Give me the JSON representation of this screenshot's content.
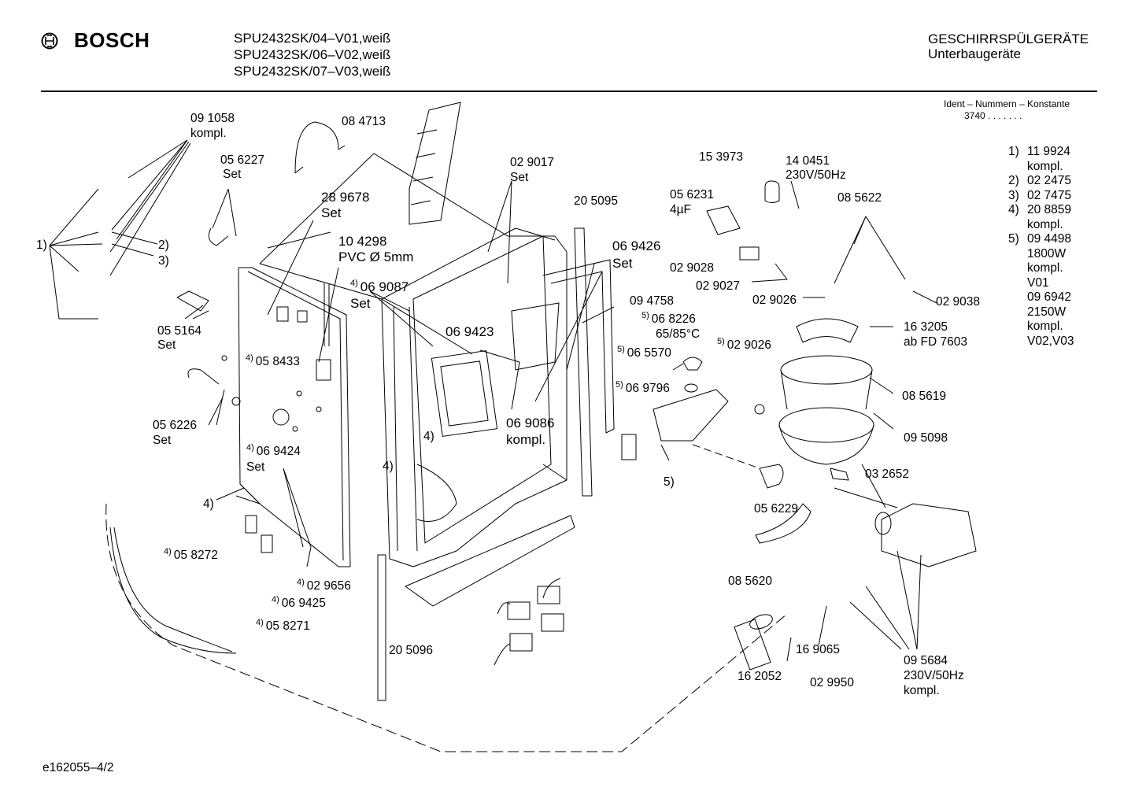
{
  "header": {
    "brand": "BOSCH",
    "models": [
      "SPU2432SK/04–V01,weiß",
      "SPU2432SK/06–V02,weiß",
      "SPU2432SK/07–V03,weiß"
    ],
    "category": "GESCHIRRSPÜLGERÄTE",
    "subcategory": "Unterbaugeräte",
    "ident_title": "Ident – Nummern – Konstante",
    "ident_value": "3740 .  .  .   .  .  .  ."
  },
  "constants": [
    {
      "num": "1)",
      "lines": [
        "11 9924",
        "kompl."
      ]
    },
    {
      "num": "2)",
      "lines": [
        "02 2475"
      ]
    },
    {
      "num": "3)",
      "lines": [
        "02 7475"
      ]
    },
    {
      "num": "4)",
      "lines": [
        "20 8859",
        "kompl."
      ]
    },
    {
      "num": "5)",
      "lines": [
        "09 4498",
        "1800W",
        "kompl.",
        "V01",
        "09 6942",
        "2150W",
        "kompl.",
        "V02,V03"
      ]
    }
  ],
  "labels": {
    "l091058": "09 1058",
    "l091058b": "kompl.",
    "l084713": "08 4713",
    "l056227": "05 6227",
    "l056227b": "Set",
    "l289678": "28 9678",
    "l289678b": "Set",
    "l104298": "10 4298",
    "l104298b": "PVC Ø 5mm",
    "l069087": "06 9087",
    "l069087b": "Set",
    "l069087s": "4)",
    "l029017": "02 9017",
    "l029017b": "Set",
    "l205095": "20 5095",
    "l069426": "06 9426",
    "l069426b": "Set",
    "l069423": "06 9423",
    "l094758": "09 4758",
    "l153973": "15 3973",
    "l140451": "14 0451",
    "l140451b": "230V/50Hz",
    "l056231": "05 6231",
    "l056231b": "4µF",
    "l085622": "08 5622",
    "l029028": "02 9028",
    "l029027": "02 9027",
    "l029026": "02 9026",
    "l029038": "02 9038",
    "l163205": "16 3205",
    "l163205b": "ab FD 7603",
    "l068226": "06 8226",
    "l068226b": "65/85°C",
    "l068226s": "5)",
    "l065570": "06 5570",
    "l065570s": "5)",
    "l029026b": "02 9026",
    "l029026bs": "5)",
    "l069796": "06 9796",
    "l069796s": "5)",
    "l085619": "08 5619",
    "l095098": "09 5098",
    "l032652": "03 2652",
    "l056229": "05 6229",
    "l085620": "08 5620",
    "l162052": "16 2052",
    "l169065": "16 9065",
    "l029950": "02 9950",
    "l095684": "09 5684",
    "l095684b": "230V/50Hz",
    "l095684c": "kompl.",
    "l069086": "06 9086",
    "l069086b": "kompl.",
    "l055164": "05 5164",
    "l055164b": "Set",
    "l056226": "05 6226",
    "l056226b": "Set",
    "l058433": "05 8433",
    "l058433s": "4)",
    "l069424": "06 9424",
    "l069424b": "Set",
    "l069424s": "4)",
    "l058272": "05 8272",
    "l058272s": "4)",
    "l029656": "02 9656",
    "l029656s": "4)",
    "l069425": "06 9425",
    "l069425s": "4)",
    "l058271": "05 8271",
    "l058271s": "4)",
    "l205096": "20 5096",
    "c1": "1)",
    "c2": "2)",
    "c3": "3)",
    "c4a": "4)",
    "c4b": "4)",
    "c4c": "4)",
    "c5": "5)"
  },
  "footer": {
    "code": "e162055–4/2"
  }
}
